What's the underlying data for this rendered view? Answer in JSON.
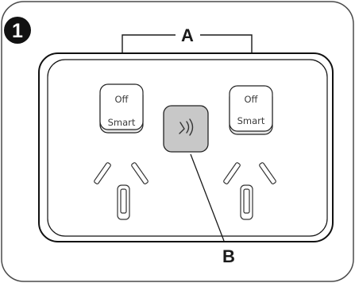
{
  "step": {
    "number": "1"
  },
  "callouts": {
    "a": "A",
    "b": "B"
  },
  "switches": [
    {
      "top_label": "Off",
      "bottom_label": "Smart"
    },
    {
      "top_label": "Off",
      "bottom_label": "Smart"
    }
  ],
  "icons": {
    "center_button": "wireless-signal-icon"
  },
  "colors": {
    "frame_stroke": "#4a4a4a",
    "panel_outer": "#111111",
    "panel_fill": "#ffffff",
    "center_button_fill": "#c8c8c8",
    "badge_fill": "#111111"
  }
}
